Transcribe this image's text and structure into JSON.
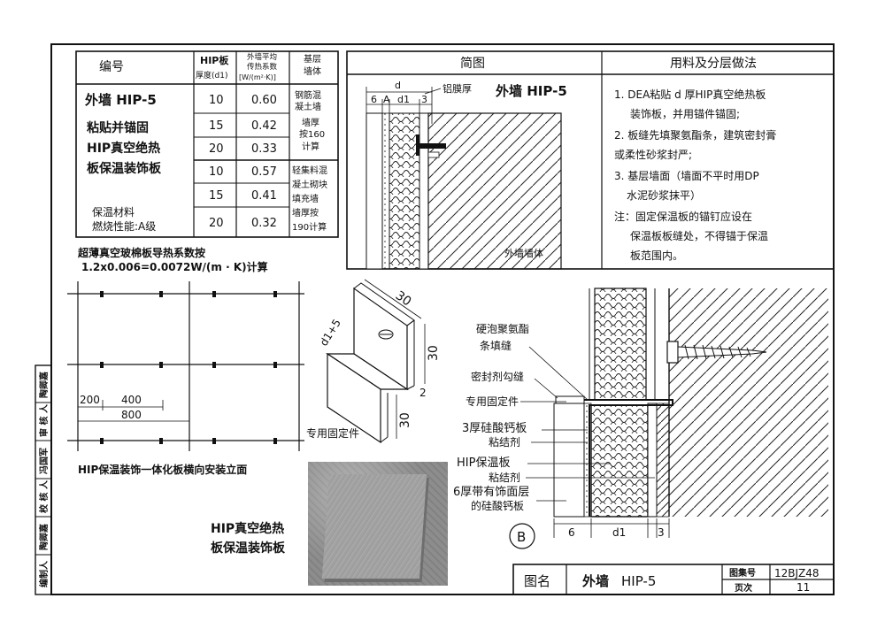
{
  "spec_table": {
    "col_no": "编号",
    "col_hip": "HIP板",
    "col_hip_sub": "厚度(d1)",
    "col_u": "外墙平均",
    "col_u2": "传热系数",
    "col_u3": "[W/(m²·K)]",
    "col_base": "基层",
    "col_base2": "墙体",
    "wall_name": "外墙 HIP-5",
    "desc": [
      "粘贴并锚固",
      "HIP真空绝热",
      "板保温装饰板"
    ],
    "material": "保温材料",
    "fire": "燃烧性能:A级",
    "rows": [
      {
        "d": "10",
        "u": "0.60"
      },
      {
        "d": "15",
        "u": "0.42"
      },
      {
        "d": "20",
        "u": "0.33"
      },
      {
        "d": "10",
        "u": "0.57"
      },
      {
        "d": "15",
        "u": "0.41"
      },
      {
        "d": "20",
        "u": "0.32"
      }
    ],
    "base_a": [
      "钢筋混",
      "凝土墙",
      "墙厚",
      "按160",
      "计算"
    ],
    "base_b": [
      "轻集料混",
      "凝土砌块",
      "填充墙",
      "墙厚按",
      "190计算"
    ]
  },
  "note_below_table": [
    "超薄真空玻棉板导热系数按",
    "1.2x0.006=0.0072W/(m · K)计算"
  ],
  "section_table": {
    "col_sketch": "简图",
    "col_method": "用料及分层做法",
    "sketch_title": "外墙 HIP-5",
    "dim_d": "d",
    "dim_6": "6",
    "dim_A": "A",
    "dim_d1": "d1",
    "dim_3": "3",
    "foil_label": "铝膜厚",
    "wall_label": "外墙墙体",
    "method": [
      "1. DEA粘贴 d 厚HIP真空绝热板",
      "装饰板，并用锚件锚固;",
      "2. 板缝先填聚氨酯条，建筑密封膏",
      "或柔性砂浆封严;",
      "3. 基层墙面（墙面不平时用DP",
      "水泥砂浆抹平）",
      "注：固定保温板的锚钉应设在",
      "保温板板缝处，不得锚于保温",
      "板范围内。"
    ]
  },
  "elevation": {
    "dim_200": "200",
    "dim_400": "400",
    "dim_800": "800",
    "caption": "HIP保温装饰一体化板横向安装立面"
  },
  "fixing": {
    "dim_30a": "30",
    "dim_30b": "30",
    "dim_30c": "30",
    "dim_d1p5": "d1+5",
    "dim_2": "2",
    "caption": "专用固定件"
  },
  "photo_caption": [
    "HIP真空绝热",
    "板保温装饰板"
  ],
  "detail": {
    "labels": [
      "硬泡聚氨酯",
      "条填缝",
      "密封剂勾缝",
      "专用固定件",
      "3厚硅酸钙板",
      "粘结剂",
      "HIP保温板",
      "粘结剂",
      "6厚带有饰面层",
      "的硅酸钙板"
    ],
    "marker": "B",
    "dim_6": "6",
    "dim_d1": "d1",
    "dim_3": "3"
  },
  "title_block": {
    "label": "图名",
    "name": "外墙",
    "code": "HIP-5",
    "atlas_label": "图集号",
    "atlas": "12BJZ48",
    "page_label": "页次",
    "page": "11"
  },
  "side_strip": [
    "编制人",
    "陶卿嘉",
    "校 核 人",
    "冯国军",
    "审 核 人",
    "陶卿嘉"
  ]
}
